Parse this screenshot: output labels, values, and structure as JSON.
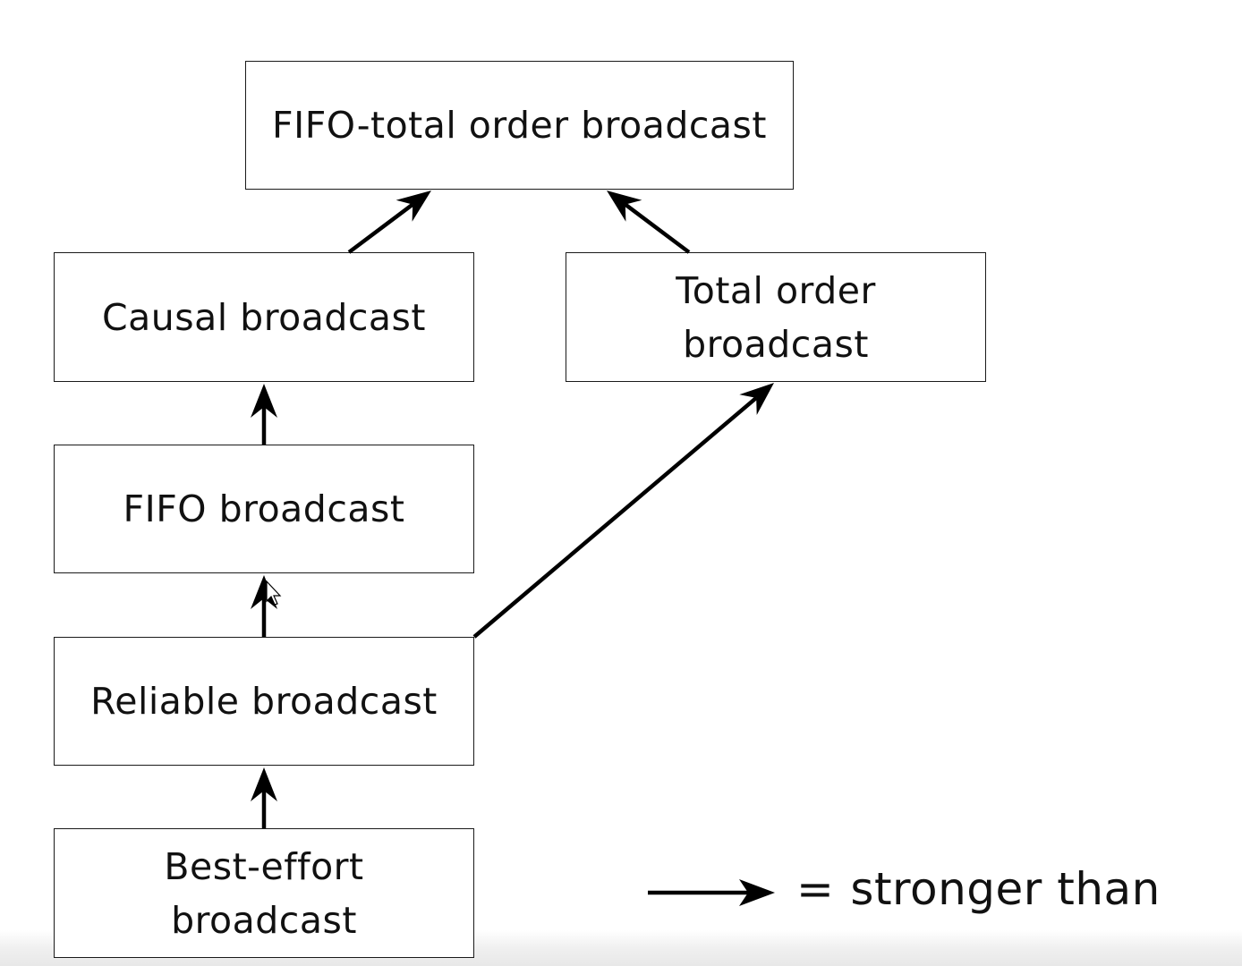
{
  "diagram": {
    "nodes": [
      {
        "id": "fifo-total",
        "label_lines": [
          "FIFO-total order broadcast"
        ]
      },
      {
        "id": "causal",
        "label_lines": [
          "Causal broadcast"
        ]
      },
      {
        "id": "total",
        "label_lines": [
          "Total order",
          "broadcast"
        ]
      },
      {
        "id": "fifo",
        "label_lines": [
          "FIFO broadcast"
        ]
      },
      {
        "id": "reliable",
        "label_lines": [
          "Reliable broadcast"
        ]
      },
      {
        "id": "best",
        "label_lines": [
          "Best-effort",
          "broadcast"
        ]
      }
    ],
    "edges": [
      {
        "from": "best",
        "to": "reliable"
      },
      {
        "from": "reliable",
        "to": "fifo"
      },
      {
        "from": "reliable",
        "to": "total"
      },
      {
        "from": "fifo",
        "to": "causal"
      },
      {
        "from": "causal",
        "to": "fifo-total"
      },
      {
        "from": "total",
        "to": "fifo-total"
      }
    ],
    "legend": {
      "symbol": "arrow",
      "equals": "=",
      "text": "stronger than"
    }
  }
}
